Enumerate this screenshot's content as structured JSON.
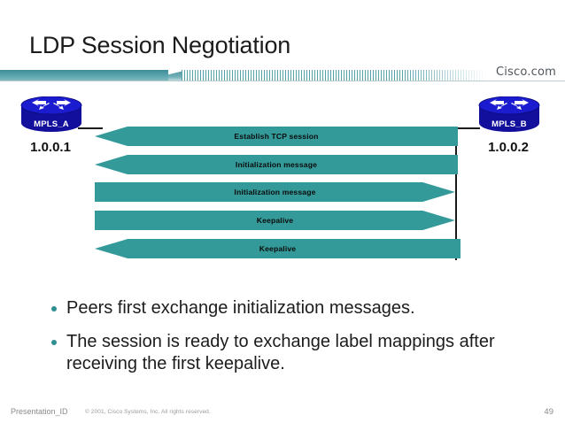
{
  "slide": {
    "title": "LDP Session Negotiation",
    "brand": "Cisco.com"
  },
  "diagram": {
    "router_left": {
      "name": "MPLS_A",
      "ip": "1.0.0.1",
      "icon": "router-icon"
    },
    "router_right": {
      "name": "MPLS_B",
      "ip": "1.0.0.2",
      "icon": "router-icon"
    },
    "messages": [
      {
        "label": "Establish TCP session",
        "direction": "left"
      },
      {
        "label": "Initialization message",
        "direction": "left"
      },
      {
        "label": "Initialization message",
        "direction": "right"
      },
      {
        "label": "Keepalive",
        "direction": "right"
      },
      {
        "label": "Keepalive",
        "direction": "left"
      }
    ]
  },
  "bullets": [
    "Peers first exchange initialization messages.",
    "The session is ready to exchange label mappings after receiving the first keepalive."
  ],
  "footer": {
    "presentation_id": "Presentation_ID",
    "copyright": "© 2001, Cisco Systems, Inc. All rights reserved.",
    "page_number": "49"
  },
  "colors": {
    "arrow_teal": "#339A99",
    "router_blue": "#1616BB",
    "divider_teal": "#57A3AC",
    "bullet_teal": "#2E8F92"
  }
}
